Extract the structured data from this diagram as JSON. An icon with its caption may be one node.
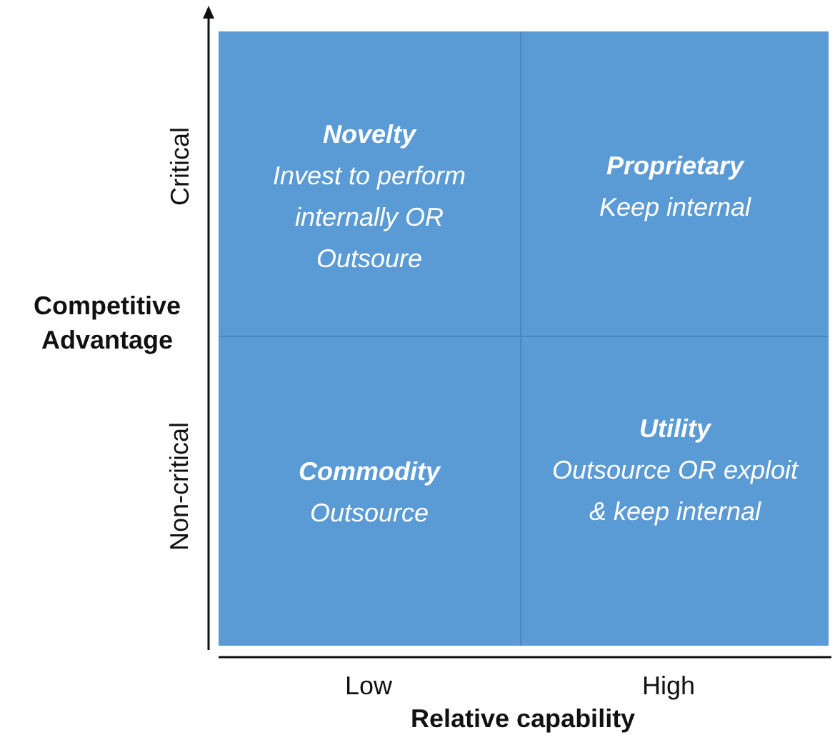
{
  "diagram": {
    "nodes": [
      {
        "text": [
          "Novelty",
          "Invest to perform internally OR Outsoure"
        ]
      },
      {
        "text": [
          "Proprietary",
          "Keep internal"
        ]
      },
      {
        "text": [
          "Commodity",
          "Outsource"
        ]
      },
      {
        "text": [
          "Utility",
          "Outsource OR exploit & keep internal"
        ]
      }
    ],
    "edges": [],
    "labels": [
      "Critical",
      "Competitive Advantage",
      "Non-critical",
      "Low",
      "High",
      "Relative capability"
    ]
  }
}
